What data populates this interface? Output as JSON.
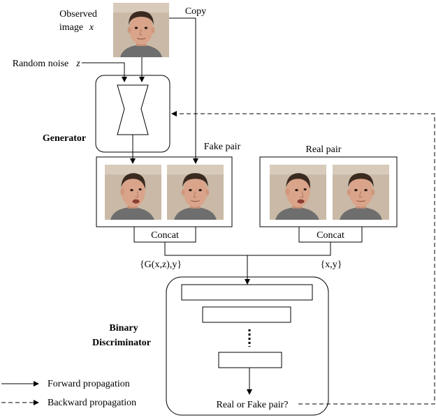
{
  "inputs": {
    "observed_label_line1": "Observed",
    "observed_label_line2": "image",
    "observed_var": "x",
    "copy_label": "Copy",
    "noise_label": "Random noise",
    "noise_var": "z"
  },
  "generator": {
    "label": "Generator"
  },
  "fake_pair": {
    "label": "Fake pair",
    "concat_label": "Concat",
    "set_label": "{G(x,z),y}"
  },
  "real_pair": {
    "label": "Real pair",
    "concat_label": "Concat",
    "set_label": "{x,y}"
  },
  "discriminator": {
    "label_line1": "Binary",
    "label_line2": "Discriminator",
    "output_label": "Real or Fake pair?"
  },
  "legend": {
    "forward_label": "Forward propagation",
    "backward_label": "Backward propagation"
  },
  "colors": {
    "line": "#000000",
    "photo_background": "#c9b9a6",
    "skin": "#d9a48a",
    "hair": "#3b2a20",
    "shirt": "#6e6e6e"
  }
}
